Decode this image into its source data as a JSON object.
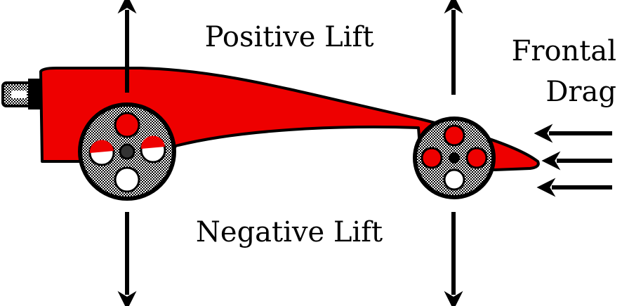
{
  "labels": {
    "positive_lift": "Positive Lift",
    "negative_lift": "Negative Lift",
    "frontal": "Frontal",
    "drag": "Drag"
  },
  "colors": {
    "body": "#ee0000",
    "outline": "#000000",
    "wheel": "#cccccc",
    "background": "#ffffff"
  }
}
